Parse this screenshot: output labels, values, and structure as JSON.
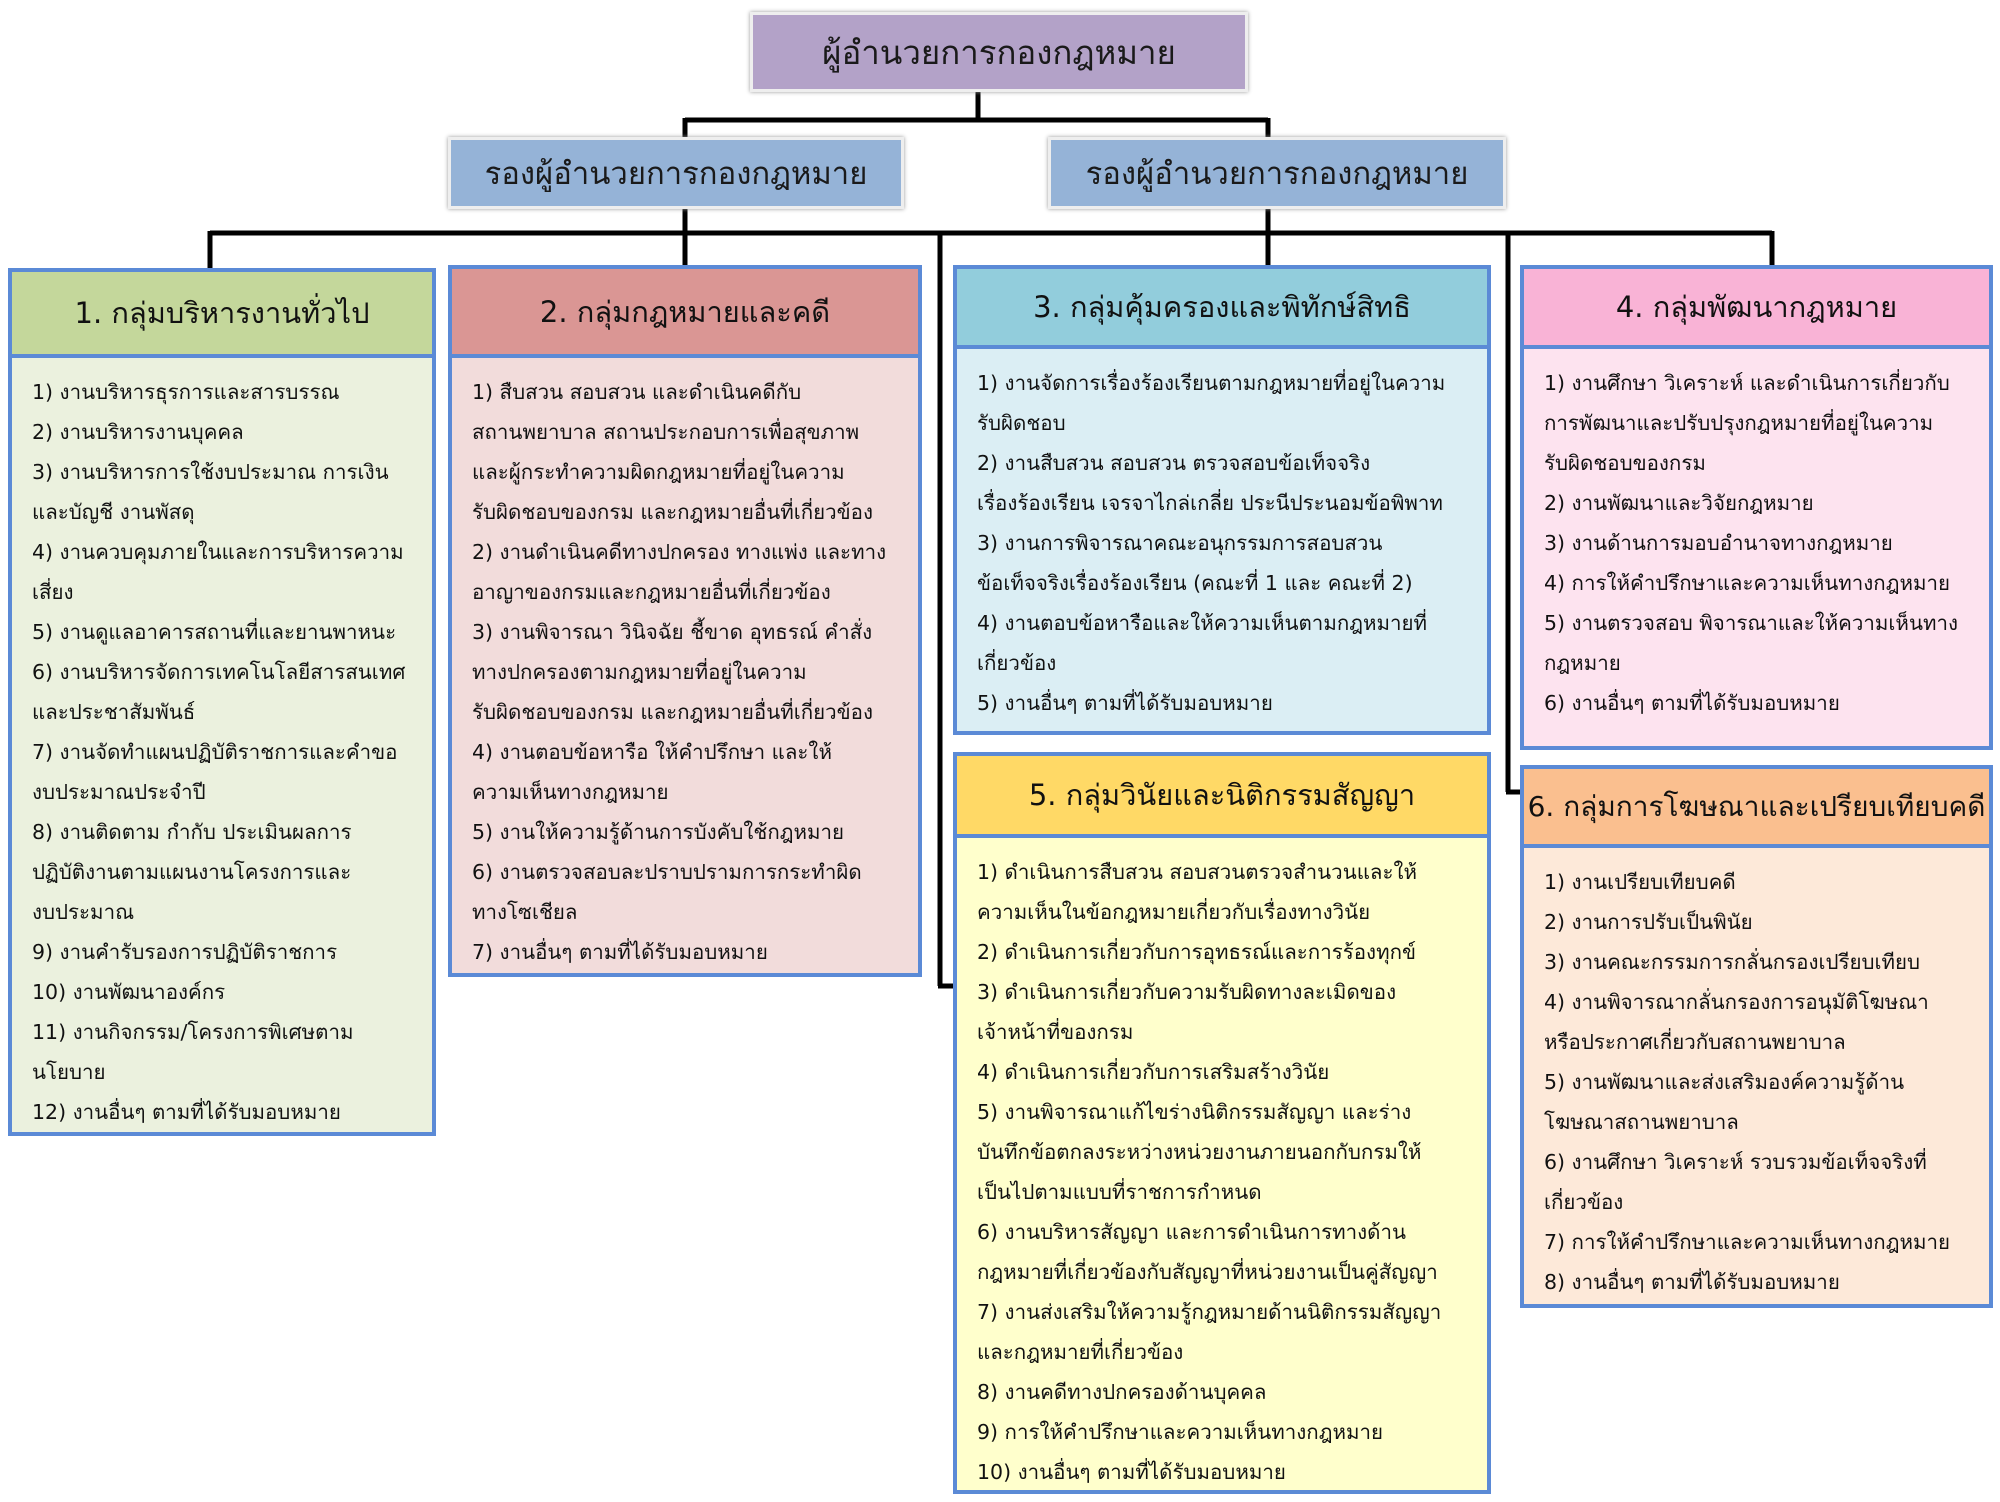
{
  "director": "ผู้อำนวยการกองกฎหมาย",
  "deputies": [
    "รองผู้อำนวยการกองกฎหมาย",
    "รองผู้อำนวยการกองกฎหมาย"
  ],
  "groups": [
    {
      "title": "1. กลุ่มบริหารงานทั่วไป",
      "color": "#ebf1de",
      "head_color": "#c4d79b",
      "items": [
        "1) งานบริหารธุรการและสารบรรณ",
        "2) งานบริหารงานบุคคล",
        "3) งานบริหารการใช้งบประมาณ การเงิน",
        "และบัญชี งานพัสดุ",
        "4) งานควบคุมภายในและการบริหารความ",
        "เสี่ยง",
        "5) งานดูแลอาคารสถานที่และยานพาหนะ",
        "6) งานบริหารจัดการเทคโนโลยีสารสนเทศ",
        "และประชาสัมพันธ์",
        "7) งานจัดทำแผนปฏิบัติราชการและคำขอ",
        "งบประมาณประจำปี",
        "8) งานติดตาม กำกับ ประเมินผลการ",
        "ปฏิบัติงานตามแผนงานโครงการและ",
        "งบประมาณ",
        "9) งานคำรับรองการปฏิบัติราชการ",
        "10) งานพัฒนาองค์กร",
        "11) งานกิจกรรม/โครงการพิเศษตาม",
        "นโยบาย",
        "12) งานอื่นๆ ตามที่ได้รับมอบหมาย"
      ]
    },
    {
      "title": "2. กลุ่มกฎหมายและคดี",
      "color": "#f2dcdb",
      "head_color": "#da9694",
      "items": [
        "1) สืบสวน สอบสวน และดำเนินคดีกับ",
        "สถานพยาบาล สถานประกอบการเพื่อสุขภาพ",
        "และผู้กระทำความผิดกฎหมายที่อยู่ในความ",
        "รับผิดชอบของกรม และกฎหมายอื่นที่เกี่ยวข้อง",
        "2) งานดำเนินคดีทางปกครอง ทางแพ่ง และทาง",
        "อาญาของกรมและกฎหมายอื่นที่เกี่ยวข้อง",
        "3) งานพิจารณา วินิจฉัย ชี้ขาด อุทธรณ์ คำสั่ง",
        "ทางปกครองตามกฎหมายที่อยู่ในความ",
        "รับผิดชอบของกรม และกฎหมายอื่นที่เกี่ยวข้อง",
        "4) งานตอบข้อหารือ ให้คำปรึกษา และให้",
        "ความเห็นทางกฎหมาย",
        "5) งานให้ความรู้ด้านการบังคับใช้กฎหมาย",
        "6) งานตรวจสอบละปราบปรามการกระทำผิด",
        "ทางโซเชียล",
        "7) งานอื่นๆ ตามที่ได้รับมอบหมาย"
      ]
    },
    {
      "title": "3. กลุ่มคุ้มครองและพิทักษ์สิทธิ",
      "color": "#dbeef4",
      "head_color": "#92cddc",
      "items": [
        "1) งานจัดการเรื่องร้องเรียนตามกฎหมายที่อยู่ในความ",
        "รับผิดชอบ",
        "2) งานสืบสวน สอบสวน ตรวจสอบข้อเท็จจริง",
        "เรื่องร้องเรียน เจรจาไกล่เกลี่ย ประนีประนอมข้อพิพาท",
        "3) งานการพิจารณาคณะอนุกรรมการสอบสวน",
        "ข้อเท็จจริงเรื่องร้องเรียน (คณะที่ 1 และ คณะที่ 2)",
        "4) งานตอบข้อหารือและให้ความเห็นตามกฎหมายที่",
        "เกี่ยวข้อง",
        "5) งานอื่นๆ ตามที่ได้รับมอบหมาย"
      ]
    },
    {
      "title": "4. กลุ่มพัฒนากฎหมาย",
      "color": "#fde3ef",
      "head_color": "#f9b3d6",
      "items": [
        "1) งานศึกษา วิเคราะห์ และดำเนินการเกี่ยวกับ",
        "การพัฒนาและปรับปรุงกฎหมายที่อยู่ในความ",
        "รับผิดชอบของกรม",
        "2) งานพัฒนาและวิจัยกฎหมาย",
        "3) งานด้านการมอบอำนาจทางกฎหมาย",
        "4) การให้คำปรึกษาและความเห็นทางกฎหมาย",
        "5) งานตรวจสอบ พิจารณาและให้ความเห็นทาง",
        "กฎหมาย",
        "6) งานอื่นๆ ตามที่ได้รับมอบหมาย"
      ]
    },
    {
      "title": "5. กลุ่มวินัยและนิติกรรมสัญญา",
      "color": "#ffffcc",
      "head_color": "#ffd966",
      "items": [
        "1) ดำเนินการสืบสวน สอบสวนตรวจสำนวนและให้",
        "ความเห็นในข้อกฎหมายเกี่ยวกับเรื่องทางวินัย",
        "2) ดำเนินการเกี่ยวกับการอุทธรณ์และการร้องทุกข์",
        "3) ดำเนินการเกี่ยวกับความรับผิดทางละเมิดของ",
        "เจ้าหน้าที่ของกรม",
        "4) ดำเนินการเกี่ยวกับการเสริมสร้างวินัย",
        "5) งานพิจารณาแก้ไขร่างนิติกรรมสัญญา และร่าง",
        "บันทึกข้อตกลงระหว่างหน่วยงานภายนอกกับกรมให้",
        "เป็นไปตามแบบที่ราชการกำหนด",
        "6) งานบริหารสัญญา และการดำเนินการทางด้าน",
        "กฎหมายที่เกี่ยวข้องกับสัญญาที่หน่วยงานเป็นคู่สัญญา",
        "7) งานส่งเสริมให้ความรู้กฎหมายด้านนิติกรรมสัญญา",
        "และกฎหมายที่เกี่ยวข้อง",
        "8) งานคดีทางปกครองด้านบุคคล",
        "9) การให้คำปรึกษาและความเห็นทางกฎหมาย",
        "10) งานอื่นๆ ตามที่ได้รับมอบหมาย"
      ]
    },
    {
      "title": "6. กลุ่มการโฆษณาและเปรียบเทียบคดี",
      "color": "#fde9d9",
      "head_color": "#fabf8f",
      "items": [
        "1) งานเปรียบเทียบคดี",
        "2) งานการปรับเป็นพินัย",
        "3) งานคณะกรรมการกลั่นกรองเปรียบเทียบ",
        "4) งานพิจารณากลั่นกรองการอนุมัติโฆษณา",
        "หรือประกาศเกี่ยวกับสถานพยาบาล",
        "5) งานพัฒนาและส่งเสริมองค์ความรู้ด้าน",
        "โฆษณาสถานพยาบาล",
        "6) งานศึกษา วิเคราะห์ รวบรวมข้อเท็จจริงที่",
        "เกี่ยวข้อง",
        "7) การให้คำปรึกษาและความเห็นทางกฎหมาย",
        "8) งานอื่นๆ ตามที่ได้รับมอบหมาย"
      ]
    }
  ]
}
